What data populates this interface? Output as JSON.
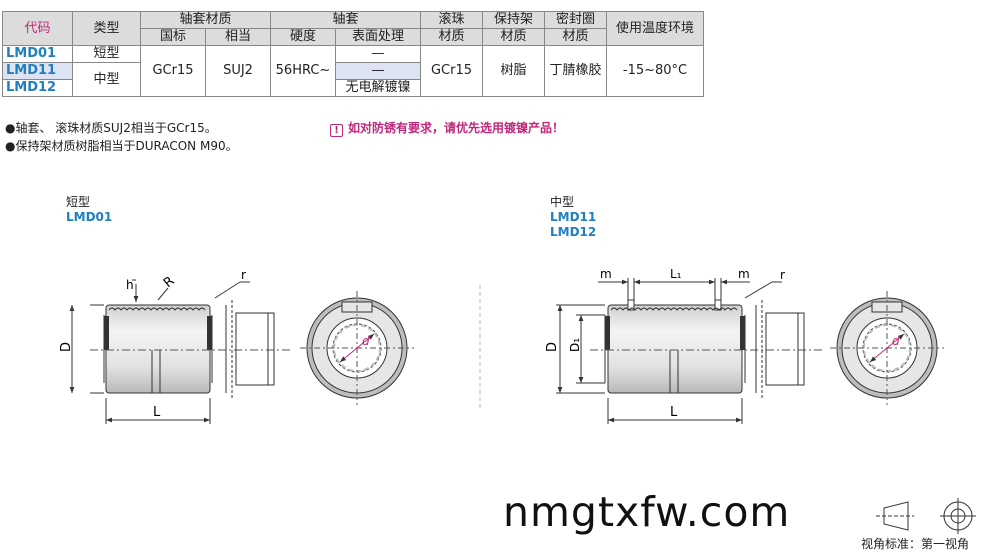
{
  "table": {
    "headers": {
      "code": "代码",
      "type": "类型",
      "sleeve_material": "轴套材质",
      "sleeve": "轴套",
      "ball": "滚珠",
      "retainer": "保持架",
      "seal": "密封圈",
      "temp": "使用温度环境",
      "sub": {
        "gb": "国标",
        "equiv": "相当",
        "hardness": "硬度",
        "surface": "表面处理",
        "ball_mat": "材质",
        "retainer_mat": "材质",
        "seal_mat": "材质"
      }
    },
    "rows": {
      "codes": [
        "LMD01",
        "LMD11",
        "LMD12"
      ],
      "types": [
        "短型",
        "中型"
      ],
      "gb": "GCr15",
      "equiv": "SUJ2",
      "hardness": "56HRC~",
      "surface": [
        "—",
        "—",
        "无电解镀镍"
      ],
      "ball_mat": "GCr15",
      "retainer_mat": "树脂",
      "seal_mat": "丁腈橡胶",
      "temp": "-15~80°C"
    }
  },
  "notes": [
    "●轴套、 滚珠材质SUJ2相当于GCr15。",
    "●保持架材质树脂相当于DURACON M90。"
  ],
  "warning": {
    "icon": "!",
    "text": "如对防锈有要求，请优先选用镀镍产品！"
  },
  "captions": {
    "short_type": "短型",
    "short_code": "LMD01",
    "medium_type": "中型",
    "medium_codes": [
      "LMD11",
      "LMD12"
    ]
  },
  "dimension_labels": {
    "h": "h",
    "R": "R",
    "r": "r",
    "D": "D",
    "L": "L",
    "d": "d",
    "m": "m",
    "L1": "L₁",
    "D1": "D₁"
  },
  "watermark": "nmgtxfw.com",
  "view_label": "视角标准：第一视角"
}
